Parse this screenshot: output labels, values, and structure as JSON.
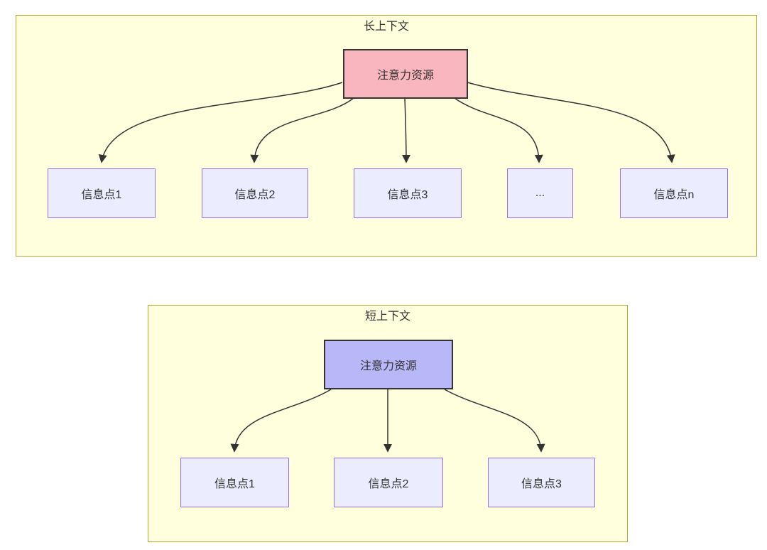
{
  "colors": {
    "cluster_fill": "#ffffde",
    "cluster_border": "#aaaa33",
    "node_fill": "#ececff",
    "node_border": "#9370db",
    "attention_long_fill": "#fab6be",
    "attention_short_fill": "#b8b8f8",
    "attention_border": "#333333",
    "edge": "#333333",
    "text": "#333333"
  },
  "clusters": [
    {
      "title": "长上下文",
      "attention_label": "注意力资源",
      "nodes": [
        {
          "label": "信息点1"
        },
        {
          "label": "信息点2"
        },
        {
          "label": "信息点3"
        },
        {
          "label": "..."
        },
        {
          "label": "信息点n"
        }
      ]
    },
    {
      "title": "短上下文",
      "attention_label": "注意力资源",
      "nodes": [
        {
          "label": "信息点1"
        },
        {
          "label": "信息点2"
        },
        {
          "label": "信息点3"
        }
      ]
    }
  ]
}
